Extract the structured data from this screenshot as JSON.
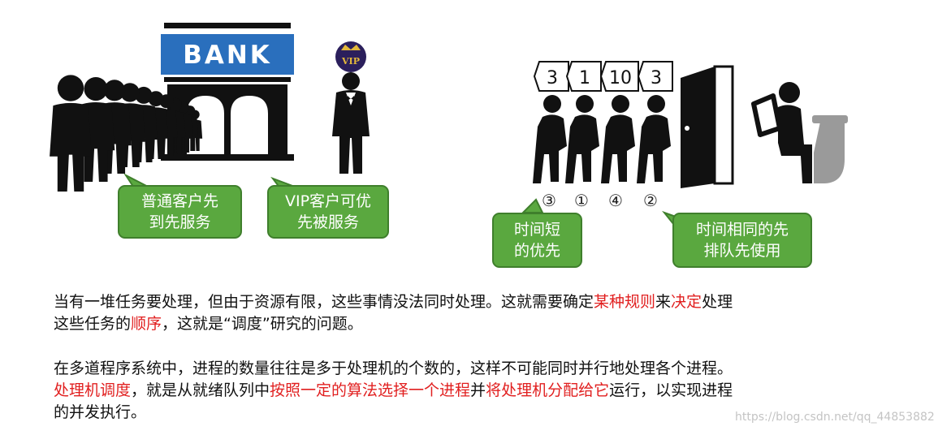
{
  "illustration": {
    "bank_sign": "BANK",
    "vip_badge": "VIP",
    "ticket_numbers": [
      "3",
      "1",
      "10",
      "3"
    ],
    "order_marks": [
      "③",
      "①",
      "④",
      "②"
    ],
    "colors": {
      "bank_blue": "#2a6fbd",
      "callout_green": "#5aa83f",
      "figure_black": "#111111"
    }
  },
  "callouts": {
    "regular": [
      "普通客户先",
      "到先服务"
    ],
    "vip": [
      "VIP客户可优",
      "先被服务"
    ],
    "short_first": [
      "时间短",
      "的优先"
    ],
    "same_time": [
      "时间相同的先",
      "排队先使用"
    ]
  },
  "paragraph1": {
    "line1": {
      "p1": "当有一堆任务要处理，但由于资源有限，这些事情没法同时处理。这就需要确定",
      "r1": "某种规则",
      "p2": "来",
      "r2": "决定",
      "p3": "处理"
    },
    "line2": {
      "p1": "这些任务的",
      "r1": "顺序",
      "p2": "，这就是“调度”研究的问题。"
    }
  },
  "paragraph2": {
    "line1": "在多道程序系统中，进程的数量往往是多于处理机的个数的，这样不可能同时并行地处理各个进程。",
    "line2": {
      "r1": "处理机调度",
      "p1": "，就是从就绪队列中",
      "r2": "按照一定的算法选择一个进程",
      "p2": "并",
      "r3": "将处理机分配给它",
      "p3": "运行，以实现进程"
    },
    "line3": "的并发执行。"
  },
  "watermark": "https://blog.csdn.net/qq_44853882"
}
